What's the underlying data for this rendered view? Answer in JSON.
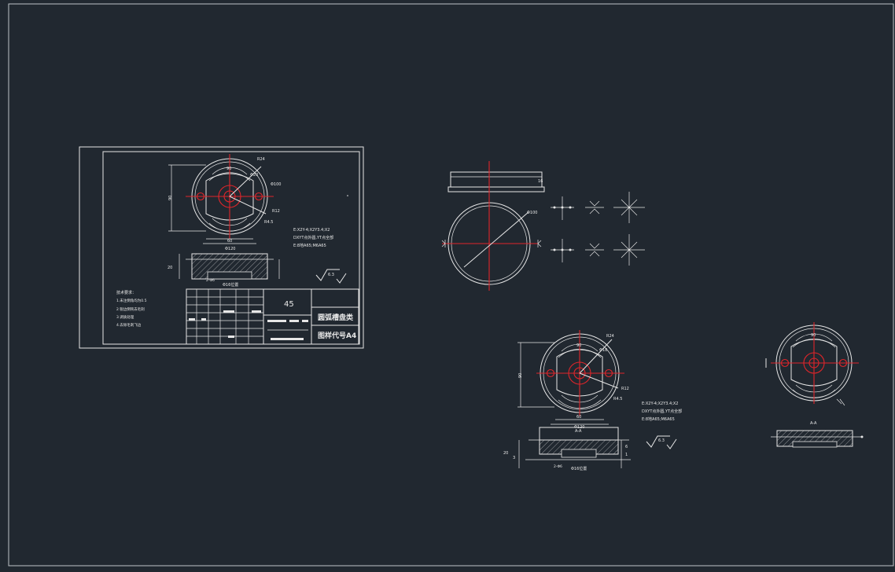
{
  "drawing": {
    "sheet_material": "45",
    "sheet_part_name": "圆弧槽盘类",
    "sheet_drawing_code": "图样代号A4",
    "notes_title": "技术要求：",
    "notes": [
      "1.未注倒角均为0.5",
      "2.锐边倒钝去毛刺",
      "3.调质处理",
      "4.去除毛刺飞边"
    ],
    "specs": [
      "E:X2Y-4;X2Y3.4;X2",
      "DXYT点外圆,YT点全部",
      "E:8地A65;M6A65"
    ],
    "roughness": "6.3",
    "dims": {
      "width_90": "90",
      "radius_r24": "R24",
      "dia_phi20": "Φ20",
      "dia_phi18": "Φ18",
      "dia_phi100": "Φ100",
      "dia_phi120": "Φ120",
      "r12": "R12",
      "r45": "R4.5",
      "d60": "60",
      "d90v": "90",
      "d20": "20",
      "d16": "16",
      "d18": "18",
      "d6": "6",
      "d3": "3",
      "d1": "1",
      "phi16pos": "Φ16位置",
      "bore": "2-Φ6",
      "sect": "A-A"
    }
  },
  "colors": {
    "background": "#212830",
    "lines": "#e6e6e6",
    "centerline": "#e0252a"
  }
}
